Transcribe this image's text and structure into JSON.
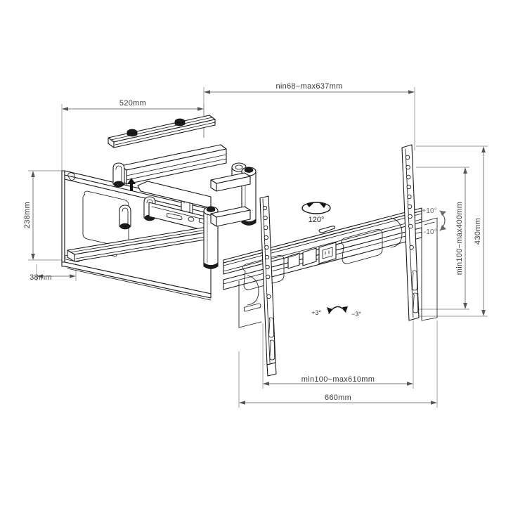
{
  "drawing": {
    "title": "TV Wall Mount Bracket — Dimensioned Technical Drawing",
    "type": "full-motion articulating tv wall mount",
    "background_color": "#ffffff",
    "line_color": "#1a1a1a",
    "dimension_color": "#555555"
  },
  "dimensions": {
    "top_left": {
      "label": "520mm",
      "name": "arm-extension-width",
      "orientation": "horizontal"
    },
    "top_right": {
      "label": "nin68−max637mm",
      "name": "depth-from-wall",
      "orientation": "horizontal"
    },
    "left_vertical": {
      "label": "238mm",
      "name": "wall-plate-height",
      "orientation": "vertical"
    },
    "left_bottom": {
      "label": "38mm",
      "name": "wall-plate-offset",
      "orientation": "horizontal"
    },
    "right_inner_vertical": {
      "label": "min100−max400mm",
      "name": "vesa-vertical-range",
      "orientation": "vertical"
    },
    "right_outer_vertical": {
      "label": "430mm",
      "name": "bracket-total-height",
      "orientation": "vertical"
    },
    "bottom_inner": {
      "label": "min100−max610mm",
      "name": "vesa-horizontal-range",
      "orientation": "horizontal"
    },
    "bottom_outer": {
      "label": "660mm",
      "name": "bracket-total-width",
      "orientation": "horizontal"
    }
  },
  "annotations": {
    "swivel": {
      "label": "120°",
      "name": "swivel-angle",
      "icon": "ellipse-rotation-icon"
    },
    "tilt_up": {
      "label": "+10°",
      "name": "tilt-up-angle"
    },
    "tilt_down": {
      "label": "-10°",
      "name": "tilt-down-angle"
    },
    "roll_left": {
      "label": "+3°",
      "name": "level-adjust-positive"
    },
    "roll_right": {
      "label": "−3°",
      "name": "level-adjust-negative"
    }
  },
  "parts": {
    "wall_plate": "wall-plate",
    "arm_upper": "upper-articulating-arm",
    "arm_lower": "lower-articulating-arm",
    "pivot_post_near": "near-pivot-post",
    "pivot_post_far": "far-pivot-post",
    "tv_rail": "tv-mounting-rail",
    "vertical_strip_left": "left-vesa-strip",
    "vertical_strip_right": "right-vesa-strip",
    "up_arrow_marker": "orientation-up-arrow",
    "label_plate": "product-label-plate"
  }
}
